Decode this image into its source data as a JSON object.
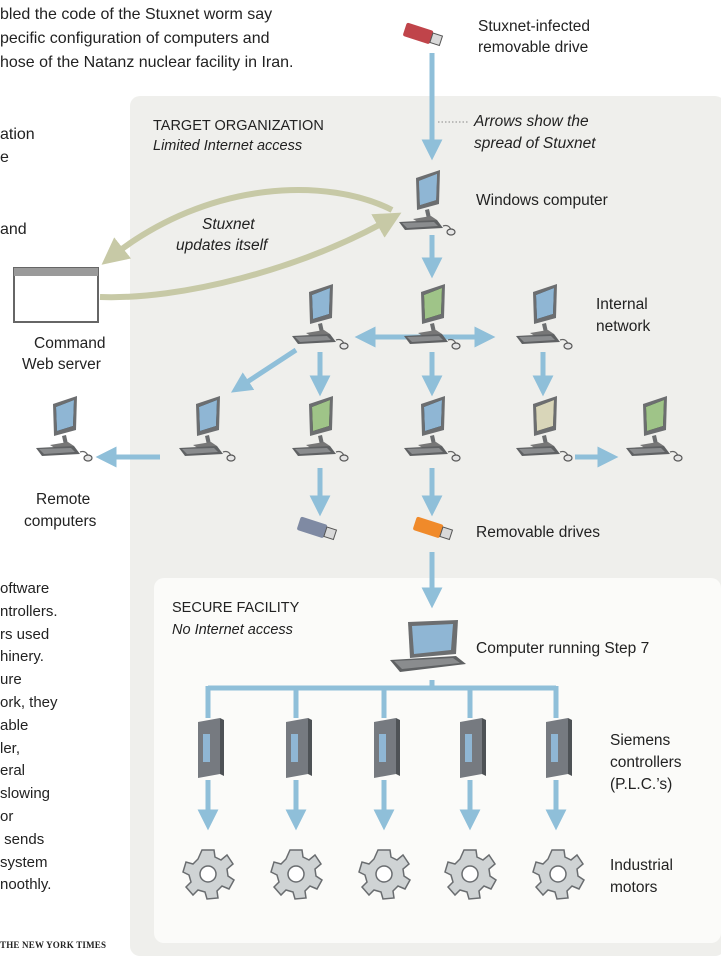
{
  "intro": {
    "line1": "bled the code of the Stuxnet worm say",
    "line2": "pecific configuration of computers and",
    "line3": "hose of the Natanz nuclear facility in Iran."
  },
  "left_fragments": {
    "f1": "ation",
    "f2": "e",
    "f3": "and"
  },
  "bottom_left_text": [
    "oftware",
    "ntrollers.",
    "rs used",
    "hinery.",
    "ure",
    "ork, they",
    "able",
    "ler,",
    "eral",
    "slowing",
    "or",
    " sends",
    "system",
    "noothly."
  ],
  "credit": "THE NEW YORK TIMES",
  "diagram": {
    "infected_drive_label": [
      "Stuxnet-infected",
      "removable drive"
    ],
    "target_org": {
      "title": "TARGET ORGANIZATION",
      "subtitle": "Limited Internet access"
    },
    "legend_note": [
      "Arrows show the",
      "spread of Stuxnet"
    ],
    "windows_computer": "Windows computer",
    "updates_note": [
      "Stuxnet",
      "updates itself"
    ],
    "command_server": [
      "Command",
      "Web server"
    ],
    "internal_network": [
      "Internal",
      "network"
    ],
    "remote_computers": [
      "Remote",
      "computers"
    ],
    "removable_drives": "Removable drives",
    "secure_facility": {
      "title": "SECURE FACILITY",
      "subtitle": "No Internet access"
    },
    "step7_computer": "Computer running Step 7",
    "controllers": [
      "Siemens",
      "controllers",
      "(P.L.C.’s)"
    ],
    "motors": [
      "Industrial",
      "motors"
    ]
  },
  "colors": {
    "arrow": "#8fbfd9",
    "update_arrow": "#c7c9a6",
    "panel_outer": "#efefec",
    "panel_inner": "#fbfbf9",
    "screen_blue": "#8fb6d4",
    "screen_green": "#9fc488",
    "screen_beige": "#d9d6b9",
    "drive_red": "#c0444a",
    "drive_orange": "#f08a2a",
    "drive_gray": "#7f8aa3"
  }
}
